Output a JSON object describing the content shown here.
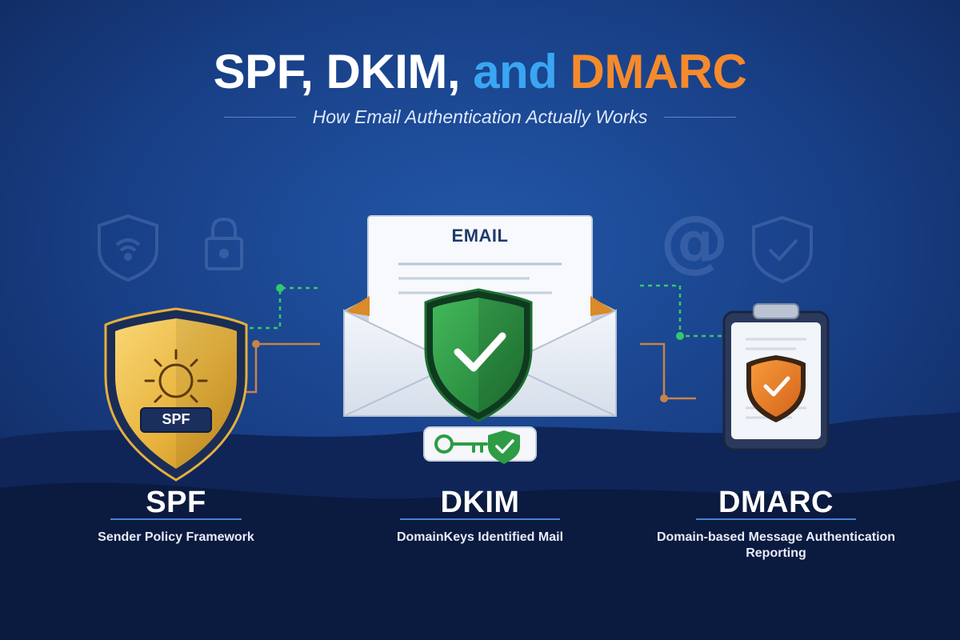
{
  "title": {
    "part1": "SPF, DKIM,",
    "part2": "and",
    "part3": "DMARC"
  },
  "subtitle": "How Email Authentication Actually Works",
  "center": {
    "envelope_label": "EMAIL"
  },
  "spf": {
    "badge": "SPF",
    "heading": "SPF",
    "description": "Sender Policy Framework"
  },
  "dkim": {
    "heading": "DKIM",
    "description": "DomainKeys Identified Mail"
  },
  "dmarc": {
    "heading": "DMARC",
    "description_line1": "Domain-based Message Authentication",
    "description_line2": "Reporting"
  },
  "colors": {
    "blue_accent": "#3aa6f3",
    "orange_accent": "#f58a2c",
    "gold_shield": "#f2c14e",
    "green_shield": "#2e9b45",
    "connector_green": "#32c96b",
    "connector_orange": "#c9824a"
  },
  "icons": [
    "wifi-shield-icon",
    "padlock-icon",
    "at-sign-icon",
    "check-shield-icon",
    "sun-icon",
    "key-icon"
  ]
}
